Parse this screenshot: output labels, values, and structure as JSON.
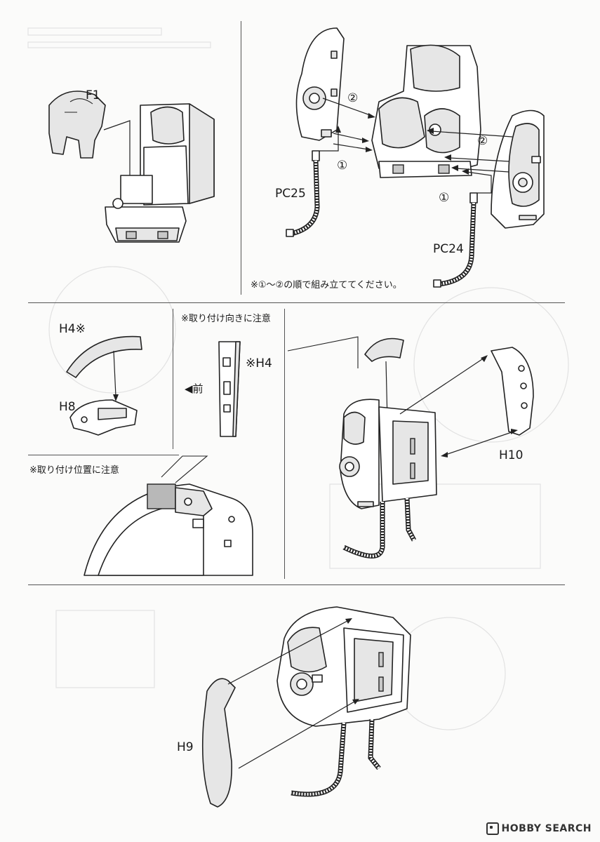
{
  "labels": {
    "f1": "F1",
    "pc25": "PC25",
    "pc24": "PC24",
    "h4_mark": "H4※",
    "h8": "H8",
    "h4_side": "※H4",
    "front": "前",
    "h10": "H10",
    "h9": "H9"
  },
  "notes": {
    "order": "※①～②の順で組み立ててください。",
    "orientation": "※取り付け向きに注意",
    "position": "※取り付け位置に注意"
  },
  "steps": {
    "one": "①",
    "two": "②"
  },
  "watermark": {
    "text": "HOBBY SEARCH",
    "icon": "hobby-search-logo-icon"
  }
}
